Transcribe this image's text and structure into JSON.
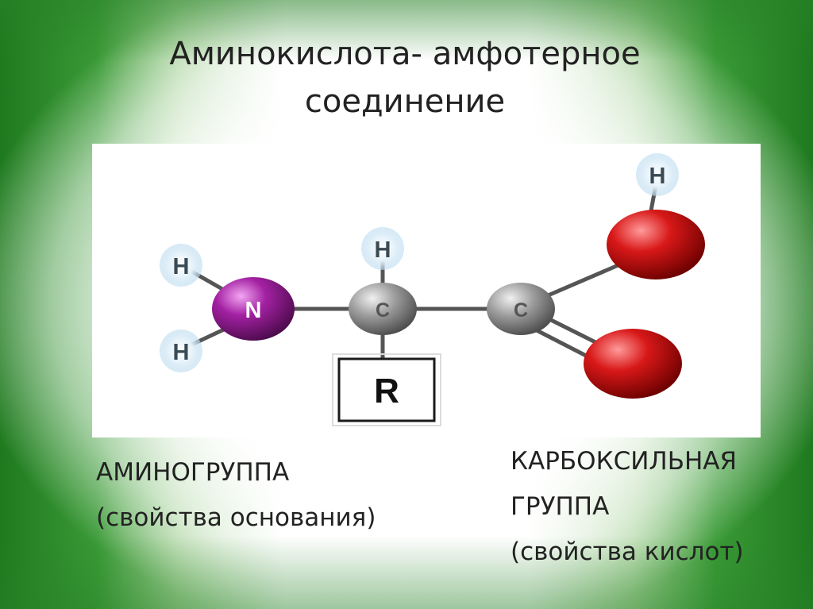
{
  "slide": {
    "title": "Аминокислота- амфотерное соединение"
  },
  "diagram": {
    "atoms": {
      "n": "N",
      "c_alpha": "C",
      "c_carboxyl": "C",
      "h_amino_top": "H",
      "h_amino_bottom": "H",
      "h_alpha": "H",
      "h_hydroxyl": "H",
      "r_group": "R"
    },
    "colors": {
      "nitrogen": "#9c1e9c",
      "carbon": "#9a9a9a",
      "oxygen": "#d01818",
      "hydrogen_glow": "#cfe6f5"
    }
  },
  "captions": {
    "amino_group": "АМИНОГРУППА",
    "amino_properties": "(свойства основания)",
    "carboxyl_line1": "КАРБОКСИЛЬНАЯ",
    "carboxyl_line2": "ГРУППА",
    "carboxyl_properties": "(свойства кислот)"
  }
}
